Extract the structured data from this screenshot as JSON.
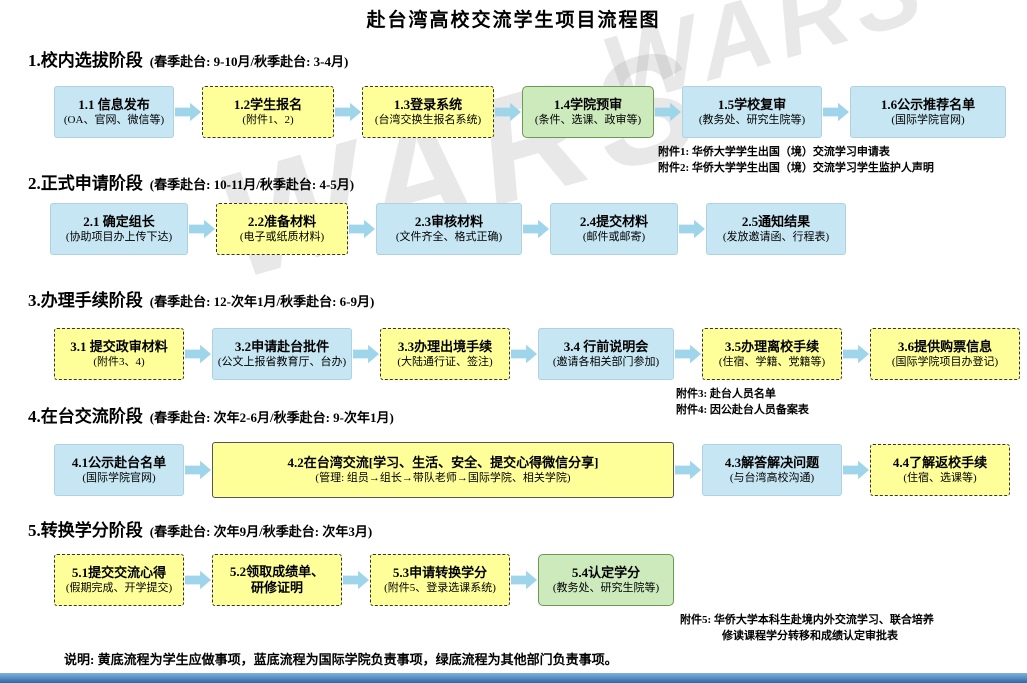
{
  "title": "赴台湾高校交流学生项目流程图",
  "watermark": "WARS",
  "colors": {
    "blue": "#C5E6F2",
    "yellow": "#FFFF99",
    "green": "#CCEABC",
    "arrow": "#9FD5EA"
  },
  "legend": "说明: 黄底流程为学生应做事项，蓝底流程为国际学院负责事项，绿底流程为其他部门负责事项。",
  "sections": [
    {
      "heading": "1.校内选拔阶段",
      "schedule": "(春季赴台: 9-10月/秋季赴台: 3-4月)",
      "boxes": [
        {
          "title": "1.1 信息发布",
          "sub": "(OA、官网、微信等)",
          "type": "blue"
        },
        {
          "title": "1.2学生报名",
          "sub": "(附件1、2)",
          "type": "yellow"
        },
        {
          "title": "1.3登录系统",
          "sub": "(台湾交换生报名系统)",
          "type": "yellow"
        },
        {
          "title": "1.4学院预审",
          "sub": "(条件、选课、政审等)",
          "type": "green"
        },
        {
          "title": "1.5学校复审",
          "sub": "(教务处、研究生院等)",
          "type": "blue"
        },
        {
          "title": "1.6公示推荐名单",
          "sub": "(国际学院官网)",
          "type": "blue"
        }
      ],
      "attachments": [
        "附件1: 华侨大学学生出国（境）交流学习申请表",
        "附件2: 华侨大学学生出国（境）交流学习学生监护人声明"
      ]
    },
    {
      "heading": "2.正式申请阶段",
      "schedule": "(春季赴台: 10-11月/秋季赴台: 4-5月)",
      "boxes": [
        {
          "title": "2.1 确定组长",
          "sub": "(协助项目办上传下达)",
          "type": "blue"
        },
        {
          "title": "2.2准备材料",
          "sub": "(电子或纸质材料)",
          "type": "yellow"
        },
        {
          "title": "2.3审核材料",
          "sub": "(文件齐全、格式正确)",
          "type": "blue"
        },
        {
          "title": "2.4提交材料",
          "sub": "(邮件或邮寄)",
          "type": "blue"
        },
        {
          "title": "2.5通知结果",
          "sub": "(发放邀请函、行程表)",
          "type": "blue"
        }
      ],
      "attachments": []
    },
    {
      "heading": "3.办理手续阶段",
      "schedule": "(春季赴台: 12-次年1月/秋季赴台: 6-9月)",
      "boxes": [
        {
          "title": "3.1 提交政审材料",
          "sub": "(附件3、4)",
          "type": "yellow"
        },
        {
          "title": "3.2申请赴台批件",
          "sub": "(公文上报省教育厅、台办)",
          "type": "blue"
        },
        {
          "title": "3.3办理出境手续",
          "sub": "(大陆通行证、签注)",
          "type": "yellow"
        },
        {
          "title": "3.4 行前说明会",
          "sub": "(邀请各相关部门参加)",
          "type": "blue"
        },
        {
          "title": "3.5办理离校手续",
          "sub": "(住宿、学籍、党籍等)",
          "type": "yellow"
        },
        {
          "title": "3.6提供购票信息",
          "sub": "(国际学院项目办登记)",
          "type": "yellow"
        }
      ],
      "attachments": [
        "附件3: 赴台人员名单",
        "附件4: 因公赴台人员备案表"
      ]
    },
    {
      "heading": "4.在台交流阶段",
      "schedule": "(春季赴台: 次年2-6月/秋季赴台: 9-次年1月)",
      "boxes": [
        {
          "title": "4.1公示赴台名单",
          "sub": "(国际学院官网)",
          "type": "blue"
        },
        {
          "title": "4.2在台湾交流[学习、生活、安全、提交心得微信分享]",
          "sub": "(管理: 组员→组长→带队老师→国际学院、相关学院)",
          "type": "yellow-solid"
        },
        {
          "title": "4.3解答解决问题",
          "sub": "(与台湾高校沟通)",
          "type": "blue"
        },
        {
          "title": "4.4了解返校手续",
          "sub": "(住宿、选课等)",
          "type": "yellow"
        }
      ],
      "attachments": []
    },
    {
      "heading": "5.转换学分阶段",
      "schedule": "(春季赴台: 次年9月/秋季赴台: 次年3月)",
      "boxes": [
        {
          "title": "5.1提交交流心得",
          "sub": "(假期完成、开学提交)",
          "type": "yellow"
        },
        {
          "title": "5.2领取成绩单、",
          "sub": "研修证明",
          "type": "yellow"
        },
        {
          "title": "5.3申请转换学分",
          "sub": "(附件5、登录选课系统)",
          "type": "yellow"
        },
        {
          "title": "5.4认定学分",
          "sub": "(教务处、研究生院等)",
          "type": "green"
        }
      ],
      "attachments": [
        "附件5: 华侨大学本科生赴境内外交流学习、联合培养",
        "修读课程学分转移和成绩认定审批表"
      ]
    }
  ]
}
